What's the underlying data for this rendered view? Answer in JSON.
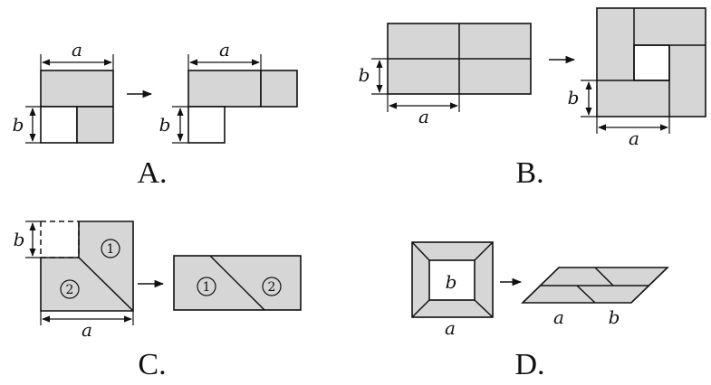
{
  "labels": {
    "a": "a",
    "b": "b"
  },
  "captions": {
    "A": "A.",
    "B": "B.",
    "C": "C.",
    "D": "D."
  },
  "pieces": {
    "one": "1",
    "two": "2"
  },
  "colors": {
    "fill": "#d6d6d6",
    "stroke": "#111111"
  }
}
